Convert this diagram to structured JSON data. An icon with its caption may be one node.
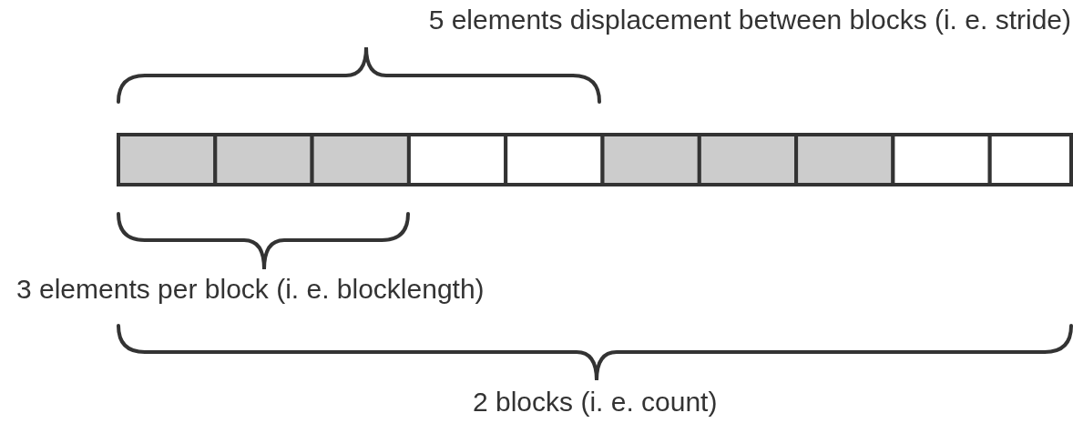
{
  "diagram": {
    "labels": [
      "5 elements displacement between blocks (i. e. stride)",
      "3 elements per block (i. e. blocklength)",
      "2 blocks (i. e. count)"
    ]
  }
}
